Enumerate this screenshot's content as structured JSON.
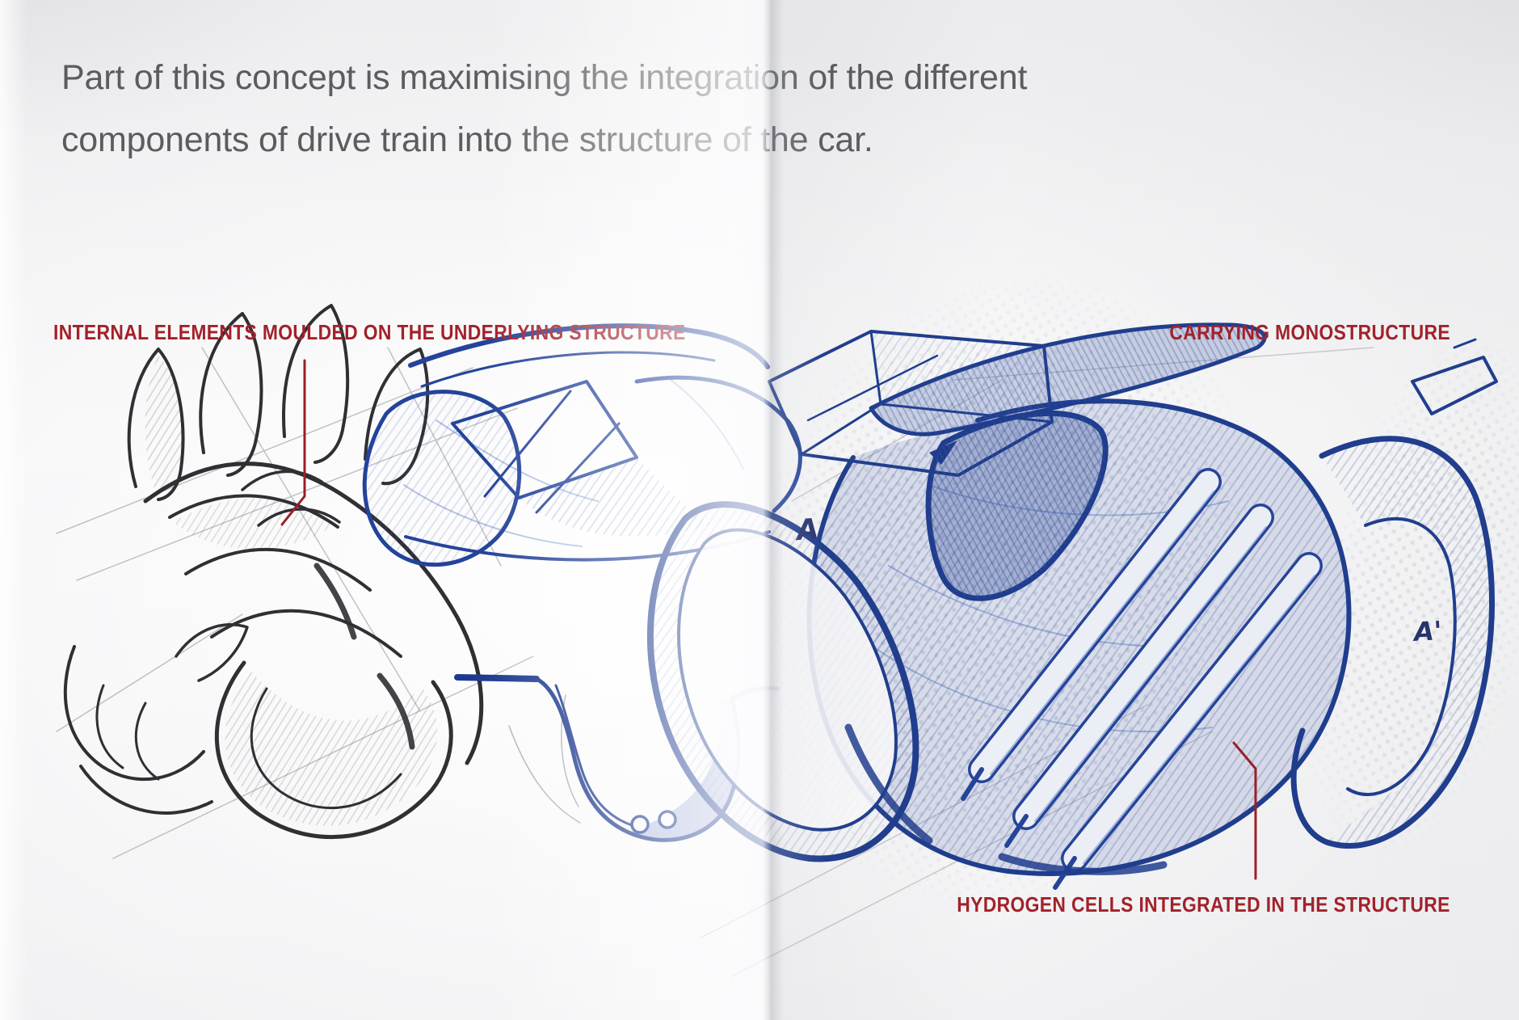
{
  "headline": {
    "line1": "Part of this concept is maximising the integration of the different",
    "line2": "components of drive train into the structure of the car."
  },
  "callouts": {
    "internal_elements": "INTERNAL ELEMENTS MOULDED ON THE UNDERLYING STRUCTURE",
    "carrying_monostructure": "CARRYING MONOSTRUCTURE",
    "hydrogen_cells": "HYDROGEN CELLS INTEGRATED IN THE STRUCTURE"
  },
  "section_markers": {
    "a": "A",
    "a_prime": "A'"
  },
  "colors": {
    "callout_red": "#a32029",
    "leader_red": "#9c1d27",
    "sketch_blue": "#24439a",
    "sketch_blue_dark": "#1e3c8e",
    "pencil_gray": "#2f2f34",
    "headline_gray": "#5b5c5f"
  }
}
